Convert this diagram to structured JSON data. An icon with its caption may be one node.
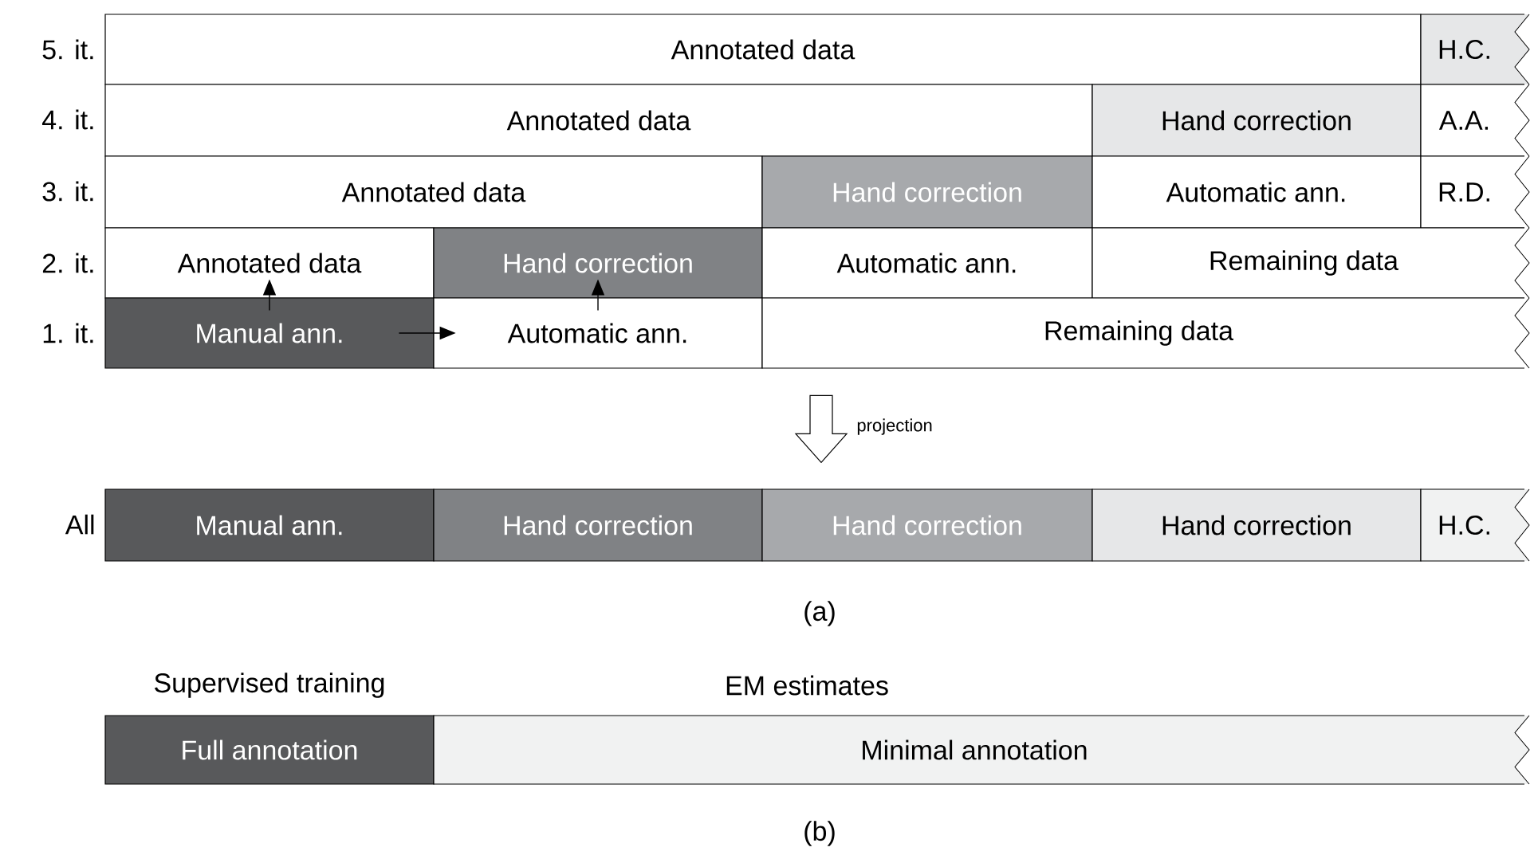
{
  "diagram": {
    "nodes": [
      {
        "text": [
          "Annotated data"
        ]
      },
      {
        "text": [
          "H.C."
        ]
      },
      {
        "text": [
          "Annotated data"
        ]
      },
      {
        "text": [
          "Hand correction"
        ]
      },
      {
        "text": [
          "A.A."
        ]
      },
      {
        "text": [
          "Annotated data"
        ]
      },
      {
        "text": [
          "Hand correction"
        ]
      },
      {
        "text": [
          "Automatic ann."
        ]
      },
      {
        "text": [
          "R.D."
        ]
      },
      {
        "text": [
          "Annotated data"
        ]
      },
      {
        "text": [
          "Hand correction"
        ]
      },
      {
        "text": [
          "Automatic ann."
        ]
      },
      {
        "text": [
          "Remaining data"
        ]
      },
      {
        "text": [
          "Manual ann."
        ]
      },
      {
        "text": [
          "Automatic ann."
        ]
      },
      {
        "text": [
          "Remaining data"
        ]
      },
      {
        "text": [
          "Manual ann."
        ]
      },
      {
        "text": [
          "Hand correction"
        ]
      },
      {
        "text": [
          "Hand correction"
        ]
      },
      {
        "text": [
          "Hand correction"
        ]
      },
      {
        "text": [
          "H.C."
        ]
      },
      {
        "text": [
          "Supervised training",
          "Full annotation"
        ]
      },
      {
        "text": [
          "EM estimates",
          "Minimal annotation"
        ]
      }
    ],
    "edges": [
      {
        "from": 13,
        "to": 14,
        "arrow": "to"
      },
      {
        "from": 13,
        "to": 9,
        "arrow": "to"
      },
      {
        "from": 14,
        "to": 10,
        "arrow": "to"
      },
      {
        "from": 15,
        "to": 18,
        "arrow": "to",
        "label": "projection"
      }
    ],
    "labels": [
      "5. it.",
      "4. it.",
      "3. it.",
      "2. it.",
      "1. it.",
      "All",
      "(a)",
      "(b)"
    ]
  }
}
